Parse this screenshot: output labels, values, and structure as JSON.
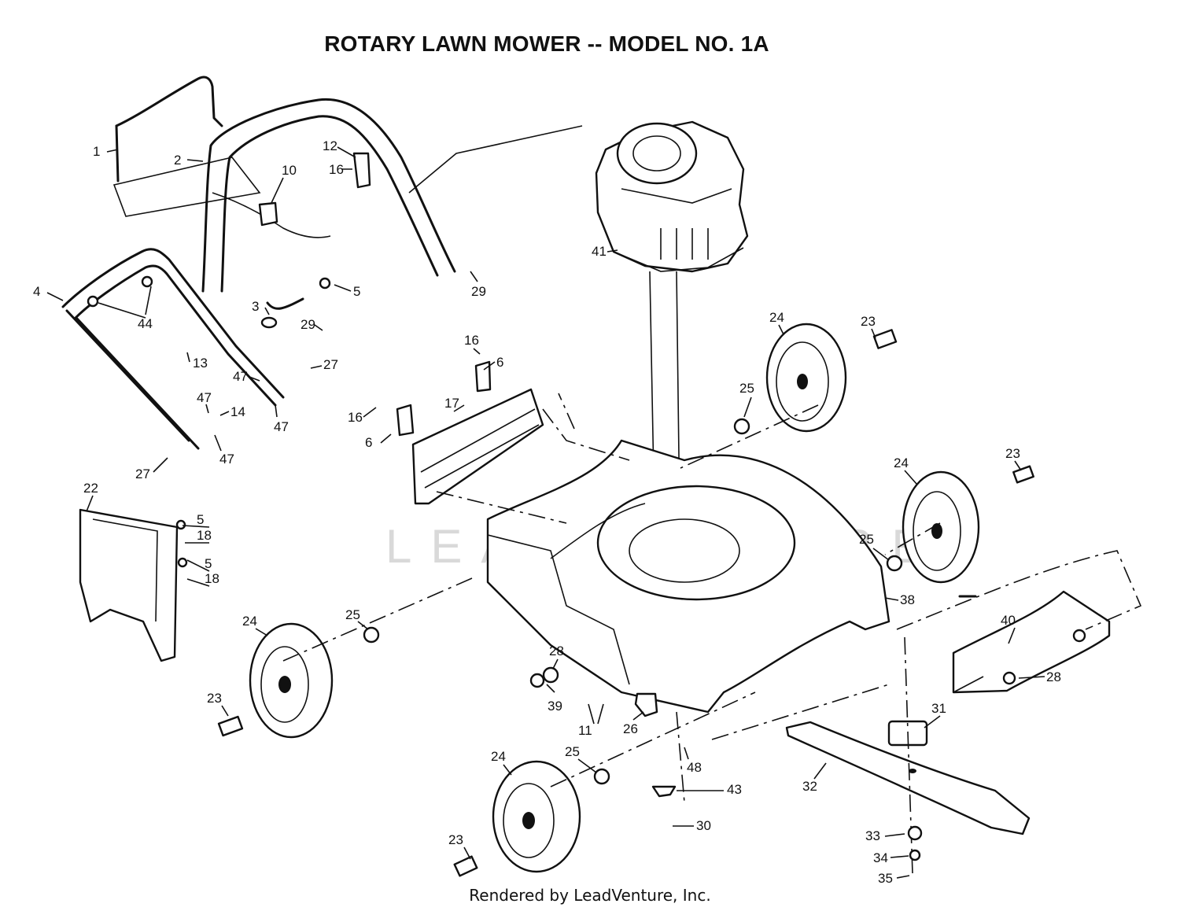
{
  "title": "ROTARY LAWN MOWER -- MODEL NO. 1A",
  "footer": "Rendered by LeadVenture, Inc.",
  "watermark": "LEADVENTURE",
  "callouts": [
    "1",
    "2",
    "10",
    "12",
    "16",
    "41",
    "29",
    "5",
    "3",
    "29",
    "4",
    "44",
    "13",
    "27",
    "47",
    "47",
    "14",
    "47",
    "47",
    "27",
    "16",
    "6",
    "17",
    "16",
    "6",
    "24",
    "23",
    "25",
    "24",
    "23",
    "25",
    "38",
    "22",
    "5",
    "18",
    "5",
    "18",
    "40",
    "28",
    "24",
    "25",
    "23",
    "28",
    "39",
    "11",
    "26",
    "48",
    "31",
    "32",
    "43",
    "30",
    "24",
    "25",
    "23",
    "33",
    "34",
    "35"
  ]
}
